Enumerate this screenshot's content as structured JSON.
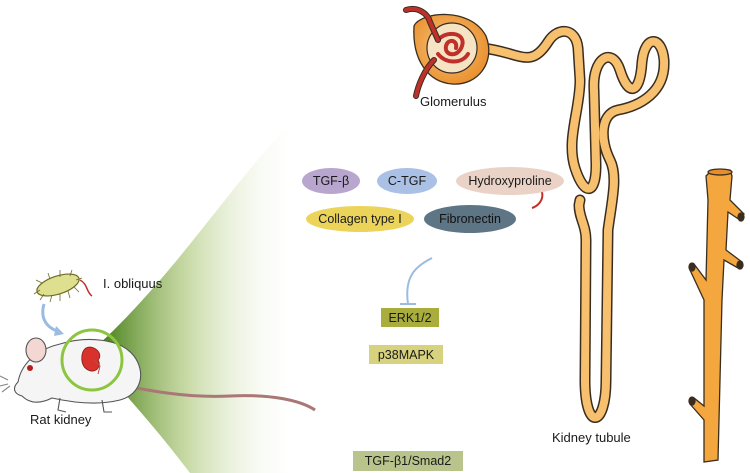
{
  "labels": {
    "glomerulus": "Glomerulus",
    "kidney_tubule": "Kidney tubule",
    "bacterium": "I. obliquus",
    "rat_kidney": "Rat kidney"
  },
  "markers": [
    {
      "text": "TGF-β",
      "color": "#b8a6cf"
    },
    {
      "text": "C-TGF",
      "color": "#aac0e4"
    },
    {
      "text": "Hydroxyproline",
      "color": "#ead3c6"
    },
    {
      "text": "Collagen type I",
      "color": "#ecd45a"
    },
    {
      "text": "Fibronectin",
      "color": "#5e7585"
    }
  ],
  "pathways": [
    {
      "text": "ERK1/2",
      "color": "#a9ad3c"
    },
    {
      "text": "p38MAPK",
      "color": "#d6d27e"
    },
    {
      "text": "TGF-β1/Smad2",
      "color": "#b9c48c"
    }
  ],
  "colors": {
    "tubule": "#f6c06e",
    "tubule_edge": "#3a2d20",
    "capsule": "#ef9f3a",
    "vessel_red": "#c0302b",
    "cone_green": "#3f7a12",
    "circle": "#8cc63f",
    "arrow": "#9bbbe0"
  }
}
